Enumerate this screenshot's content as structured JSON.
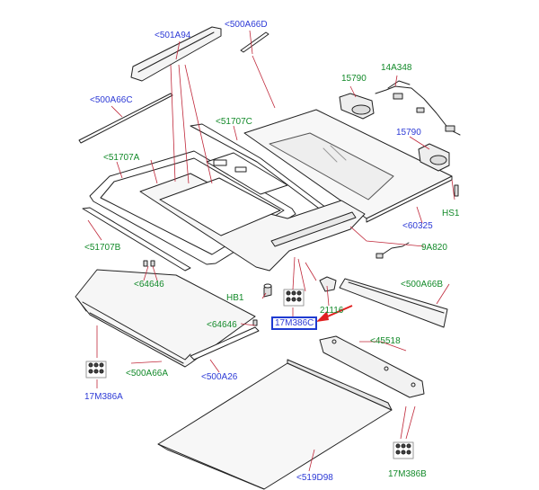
{
  "colors": {
    "blue_label": "#2d3ad6",
    "green_label": "#138a2a",
    "leader_red": "#c0283a",
    "line": "#222222",
    "fill": "#f6f6f6",
    "arrow": "#e02020",
    "highlight": "#1f3bd1"
  },
  "labels": {
    "l501A94": "<501A94",
    "l500A66D": "<500A66D",
    "l15790a": "15790",
    "l14A348": "14A348",
    "l500A66C": "<500A66C",
    "l51707C": "<51707C",
    "l15790b": "15790",
    "l51707A": "<51707A",
    "lHS1": "HS1",
    "l60325": "<60325",
    "l51707B": "<51707B",
    "l9A820": "9A820",
    "l64646a": "<64646",
    "lHB1": "HB1",
    "l21116": "21116",
    "l500A66B": "<500A66B",
    "l17M386C": "17M386C",
    "l64646b": "<64646",
    "l45518": "<45518",
    "l500A66A": "<500A66A",
    "l500A26": "<500A26",
    "l17M386A": "17M386A",
    "l519D98": "<519D98",
    "l17M386B": "17M386B"
  }
}
